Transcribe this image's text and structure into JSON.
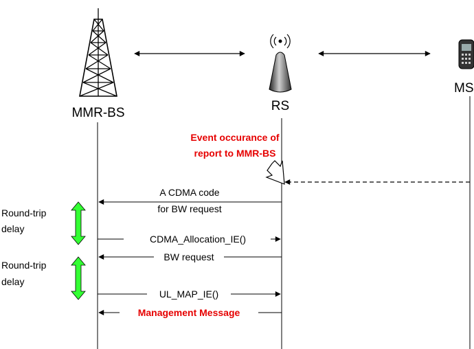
{
  "nodes": {
    "bs_label": "MMR-BS",
    "rs_label": "RS",
    "ms_label": "MS"
  },
  "event_note": {
    "line1": "Event occurance of",
    "line2": "report to MMR-BS"
  },
  "messages": {
    "cdma_code_line1": "A CDMA code",
    "cdma_code_line2": "for BW request",
    "cdma_allocation": "CDMA_Allocation_IE()",
    "bw_request": "BW request",
    "ul_map": "UL_MAP_IE()",
    "management": "Management Message"
  },
  "round_trip": [
    {
      "line1": "Round-trip",
      "line2": "delay"
    },
    {
      "line1": "Round-trip",
      "line2": "delay"
    }
  ],
  "colors": {
    "accent_red": "#e60000",
    "delay_green": "#33ff33"
  }
}
